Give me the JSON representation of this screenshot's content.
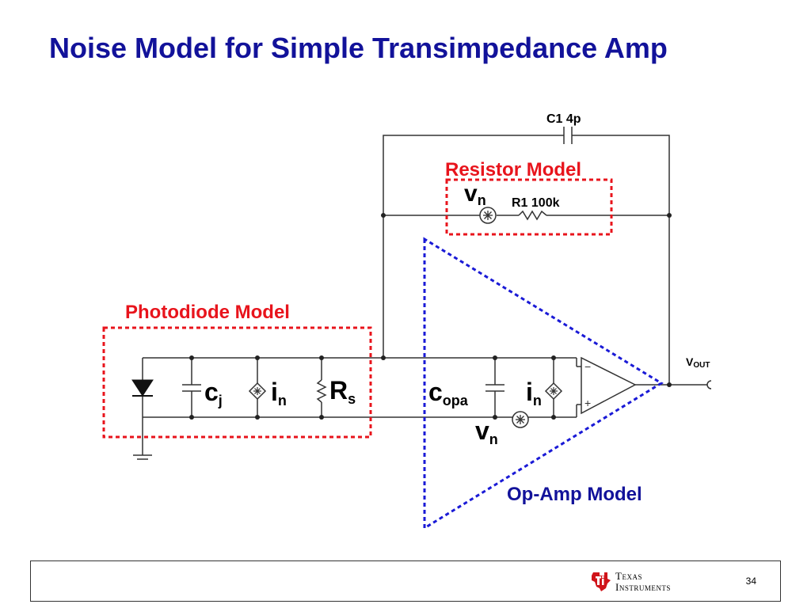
{
  "slide": {
    "title": "Noise Model for Simple Transimpedance  Amp",
    "page_number": "34"
  },
  "diagram": {
    "capacitor_feedback_label": "C1 4p",
    "resistor_feedback_label": "R1 100k",
    "resistor_model_label": "Resistor Model",
    "photodiode_model_label": "Photodiode Model",
    "opamp_model_label": "Op-Amp Model",
    "vout_label": "V",
    "vout_sub": "OUT",
    "resistor_vn": {
      "main": "v",
      "sub": "n"
    },
    "cj": {
      "main": "c",
      "sub": "j"
    },
    "pd_in": {
      "main": "i",
      "sub": "n"
    },
    "rs": {
      "main": "R",
      "sub": "s"
    },
    "copa": {
      "main": "c",
      "sub": "opa"
    },
    "opa_in": {
      "main": "i",
      "sub": "n"
    },
    "opa_vn": {
      "main": "v",
      "sub": "n"
    },
    "minus_sign": "−",
    "plus_sign": "+",
    "colors": {
      "title": "#12129a",
      "red_box": "#e8141c",
      "blue_box": "#1a1ad6",
      "wire": "#333333",
      "label_blue": "#12129a"
    }
  },
  "footer": {
    "logo_line1": "Texas",
    "logo_line2": "Instruments"
  }
}
